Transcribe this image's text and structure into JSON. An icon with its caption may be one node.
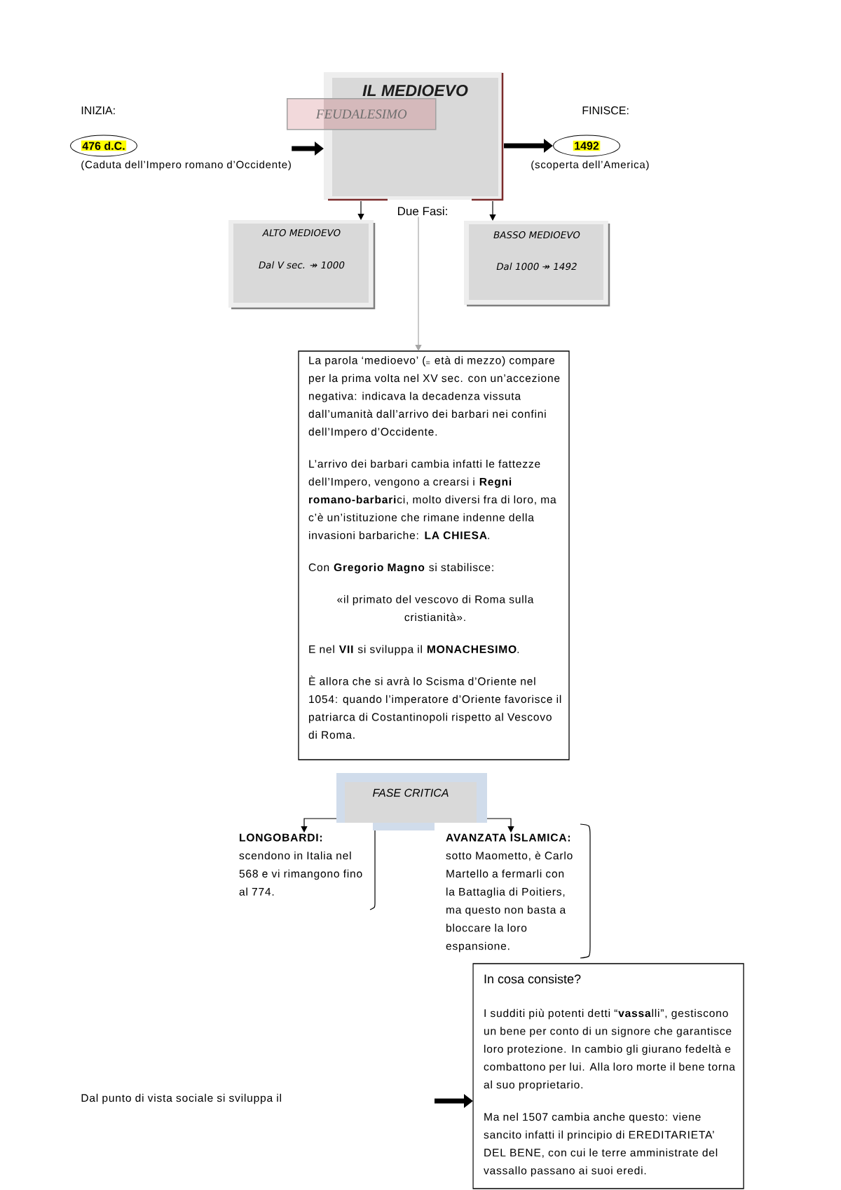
{
  "diagram": {
    "nodes": [
      {
        "text": [
          "476 d.C."
        ],
        "beside": [
          "INIZIA:",
          "(Caduta dell’Impero romano d’Occidente)"
        ]
      },
      {
        "text": [
          "IL MEDIOEVO"
        ]
      },
      {
        "text": [
          "FEUDALESIMO"
        ]
      },
      {
        "text": [
          "1492"
        ],
        "beside": [
          "FINISCE:",
          "(scoperta dell’America)"
        ]
      },
      {
        "text": [
          "Due Fasi:"
        ]
      },
      {
        "text": [
          "ALTO MEDIOEVO",
          "Dal V sec. ↠ 1000"
        ]
      },
      {
        "text": [
          "BASSO MEDIOEVO",
          "Dal 1000 ↠ 1492"
        ]
      },
      {
        "text": [
          "La parola ‘medioevo’ ($_{=}$ età di mezzo) compare per la prima volta nel XV sec. con un’accezione negativa: indicava la decadenza vissuta dall’umanità dall’arrivo dei barbari nei confini dell’Impero d’Occidente.",
          "L’arrivo dei barbari cambia infatti le fattezze dell’Impero, vengono a crearsi i **Regni romano-barbari**ci, molto diversi fra di loro, ma c’è un’istituzione che rimane indenne della invasioni barbariche: **LA CHIESA**.",
          "Con **Gregorio Magno** si stabilisce:",
          "«il primato del vescovo di Roma sulla cristianità».",
          "E nel **VII** si sviluppa il **MONACHESIMO**.",
          "È allora che si avrà lo Scisma d’Oriente nel 1054: quando l’imperatore d’Oriente favorisce il patriarca di Costantinopoli rispetto al Vescovo di Roma."
        ]
      },
      {
        "text": [
          "FASE CRITICA"
        ]
      },
      {
        "text": [
          "LONGOBARDI:",
          "scendono in Italia nel 568 e vi rimangono fino al 774."
        ]
      },
      {
        "text": [
          "AVANZATA ISLAMICA:",
          "sotto Maometto, è Carlo Martello a fermarli con la Battaglia di Poitiers, ma questo non basta a bloccare la loro espansione."
        ]
      },
      {
        "text": [
          "In cosa consiste?",
          "I sudditi più potenti detti “**vassa**lli”, gestiscono un bene per conto di un signore che garantisce loro protezione. In cambio gli giurano fedeltà e combattono per lui. Alla loro morte il bene torna al suo proprietario.",
          "Ma nel 1507 cambia anche questo: viene sancito infatti il principio di EREDITARIETA’ DEL BENE, con cui le terre amministrate del vassallo passano ai suoi eredi."
        ]
      }
    ],
    "edges": [
      {
        "from": 0,
        "to": 1,
        "arrow": "to",
        "style": "thick"
      },
      {
        "from": 1,
        "to": 3,
        "arrow": "to",
        "style": "thick"
      },
      {
        "from": 1,
        "to": 5,
        "arrow": "to"
      },
      {
        "from": 1,
        "to": 6,
        "arrow": "to"
      },
      {
        "from": 4,
        "to": 7,
        "arrow": "to",
        "color": "#a6a6a6"
      },
      {
        "from": 8,
        "to": 9,
        "arrow": "to"
      },
      {
        "from": 8,
        "to": 10,
        "arrow": "to"
      },
      {
        "from": null,
        "to": 11,
        "arrow": "to",
        "style": "thick"
      }
    ],
    "labels": [
      "Dal punto di vista sociale si sviluppa il"
    ]
  }
}
